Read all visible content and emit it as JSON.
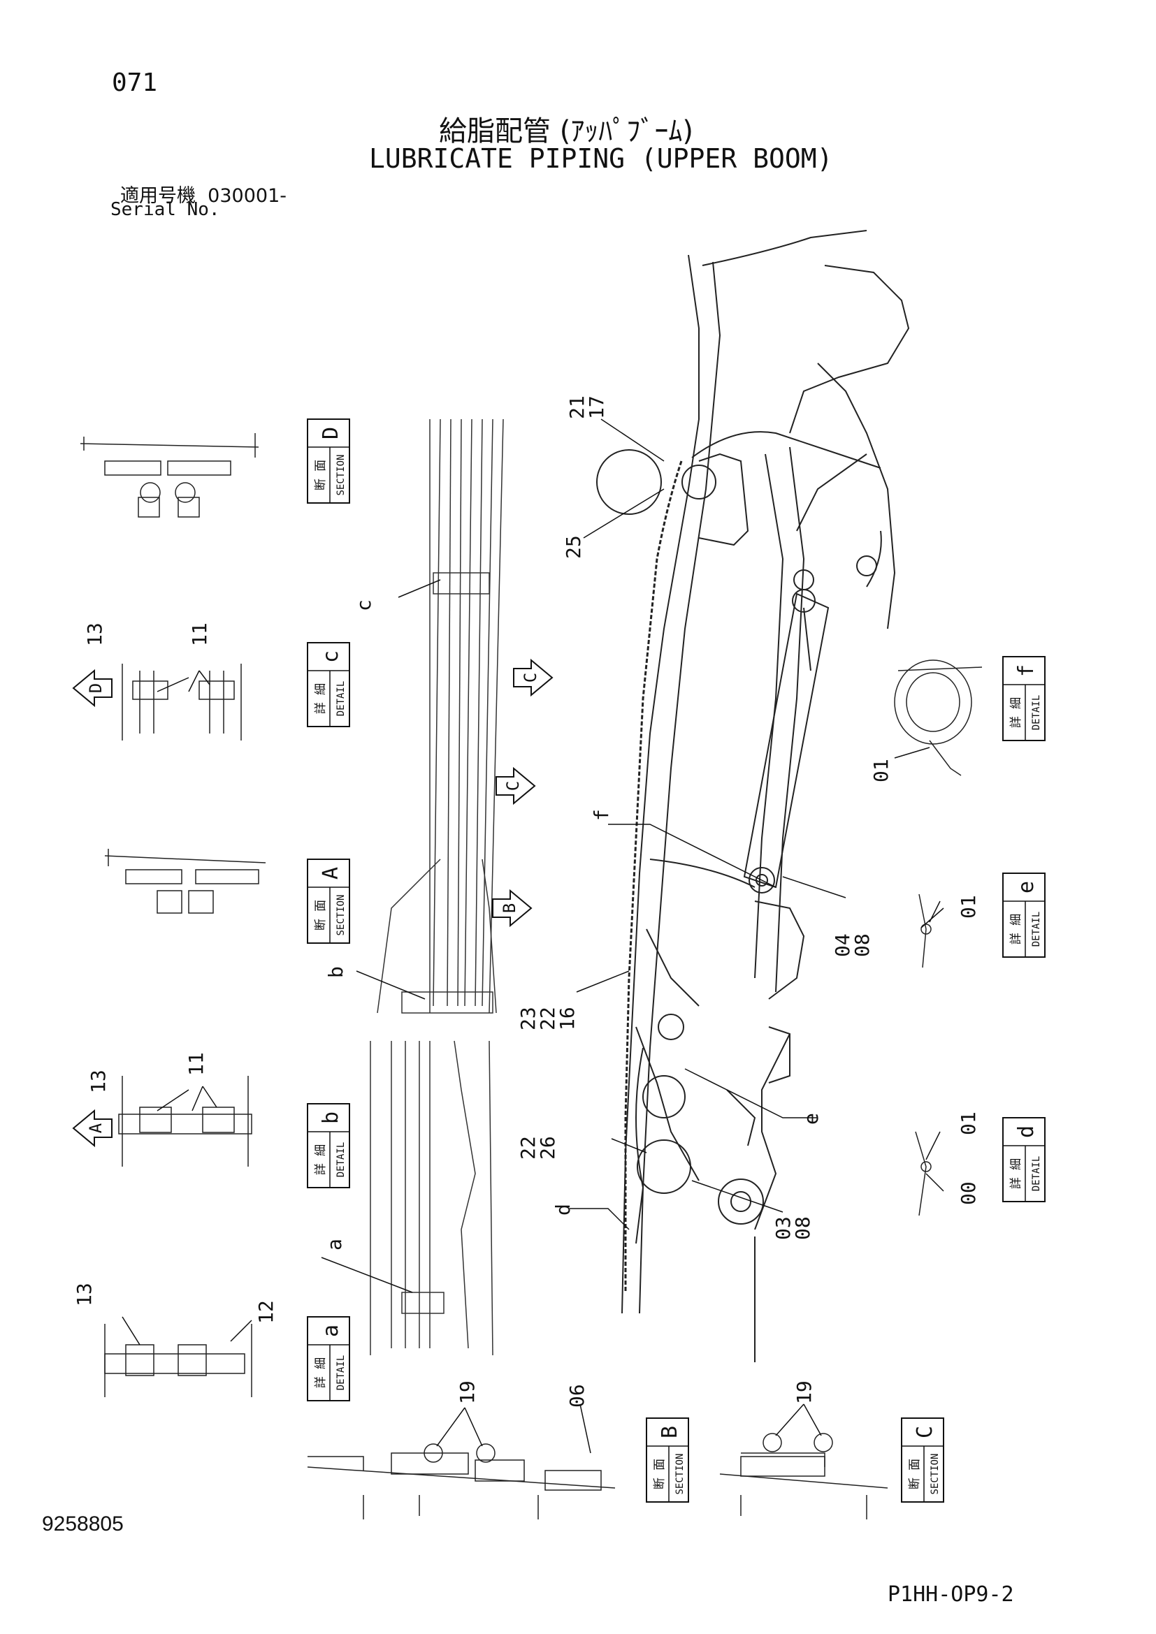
{
  "header": {
    "page_number": "071",
    "title_jp": "給脂配管 (ｱｯﾊﾟﾌﾞｰﾑ)",
    "title_en": "LUBRICATE PIPING (UPPER BOOM)",
    "serial_label_jp": "適用号機",
    "serial_value": "030001-",
    "serial_label_en": "Serial No."
  },
  "footer": {
    "document_number": "9258805",
    "reference_code": "P1HH-OP9-2"
  },
  "boxes": [
    {
      "id": "section-d",
      "jp": "断 面",
      "en": "SECTION",
      "letter": "D"
    },
    {
      "id": "detail-c",
      "jp": "詳 細",
      "en": "DETAIL",
      "letter": "c"
    },
    {
      "id": "section-a",
      "jp": "断 面",
      "en": "SECTION",
      "letter": "A"
    },
    {
      "id": "detail-b",
      "jp": "詳 細",
      "en": "DETAIL",
      "letter": "b"
    },
    {
      "id": "detail-a",
      "jp": "詳 細",
      "en": "DETAIL",
      "letter": "a"
    },
    {
      "id": "detail-f",
      "jp": "詳 細",
      "en": "DETAIL",
      "letter": "f"
    },
    {
      "id": "detail-e",
      "jp": "詳 細",
      "en": "DETAIL",
      "letter": "e"
    },
    {
      "id": "detail-d",
      "jp": "詳 細",
      "en": "DETAIL",
      "letter": "d"
    },
    {
      "id": "section-b",
      "jp": "断 面",
      "en": "SECTION",
      "letter": "B"
    },
    {
      "id": "section-c",
      "jp": "断 面",
      "en": "SECTION",
      "letter": "C"
    }
  ],
  "view_arrows": [
    "D",
    "C",
    "C",
    "B",
    "A"
  ],
  "callouts": {
    "c_leader": "c",
    "b_leader": "b",
    "a_leader": "a",
    "f_leader": "f",
    "e_leader": "e",
    "d_leader": "d",
    "n_21_17": [
      "21",
      "17"
    ],
    "n_25": "25",
    "n_04_08": [
      "04",
      "08"
    ],
    "n_23_22_16": [
      "23",
      "22",
      "16"
    ],
    "n_22_26": [
      "22",
      "26"
    ],
    "n_03_08": [
      "03",
      "08"
    ],
    "n_01_f": "01",
    "n_01_e": "01",
    "n_01_d": "01",
    "n_00_d": "00",
    "n_13_c": "13",
    "n_11_c": "11",
    "n_13_b": "13",
    "n_11_b": "11",
    "n_13_a": "13",
    "n_12_a": "12",
    "n_19_b": "19",
    "n_06_b": "06",
    "n_19_c": "19"
  }
}
